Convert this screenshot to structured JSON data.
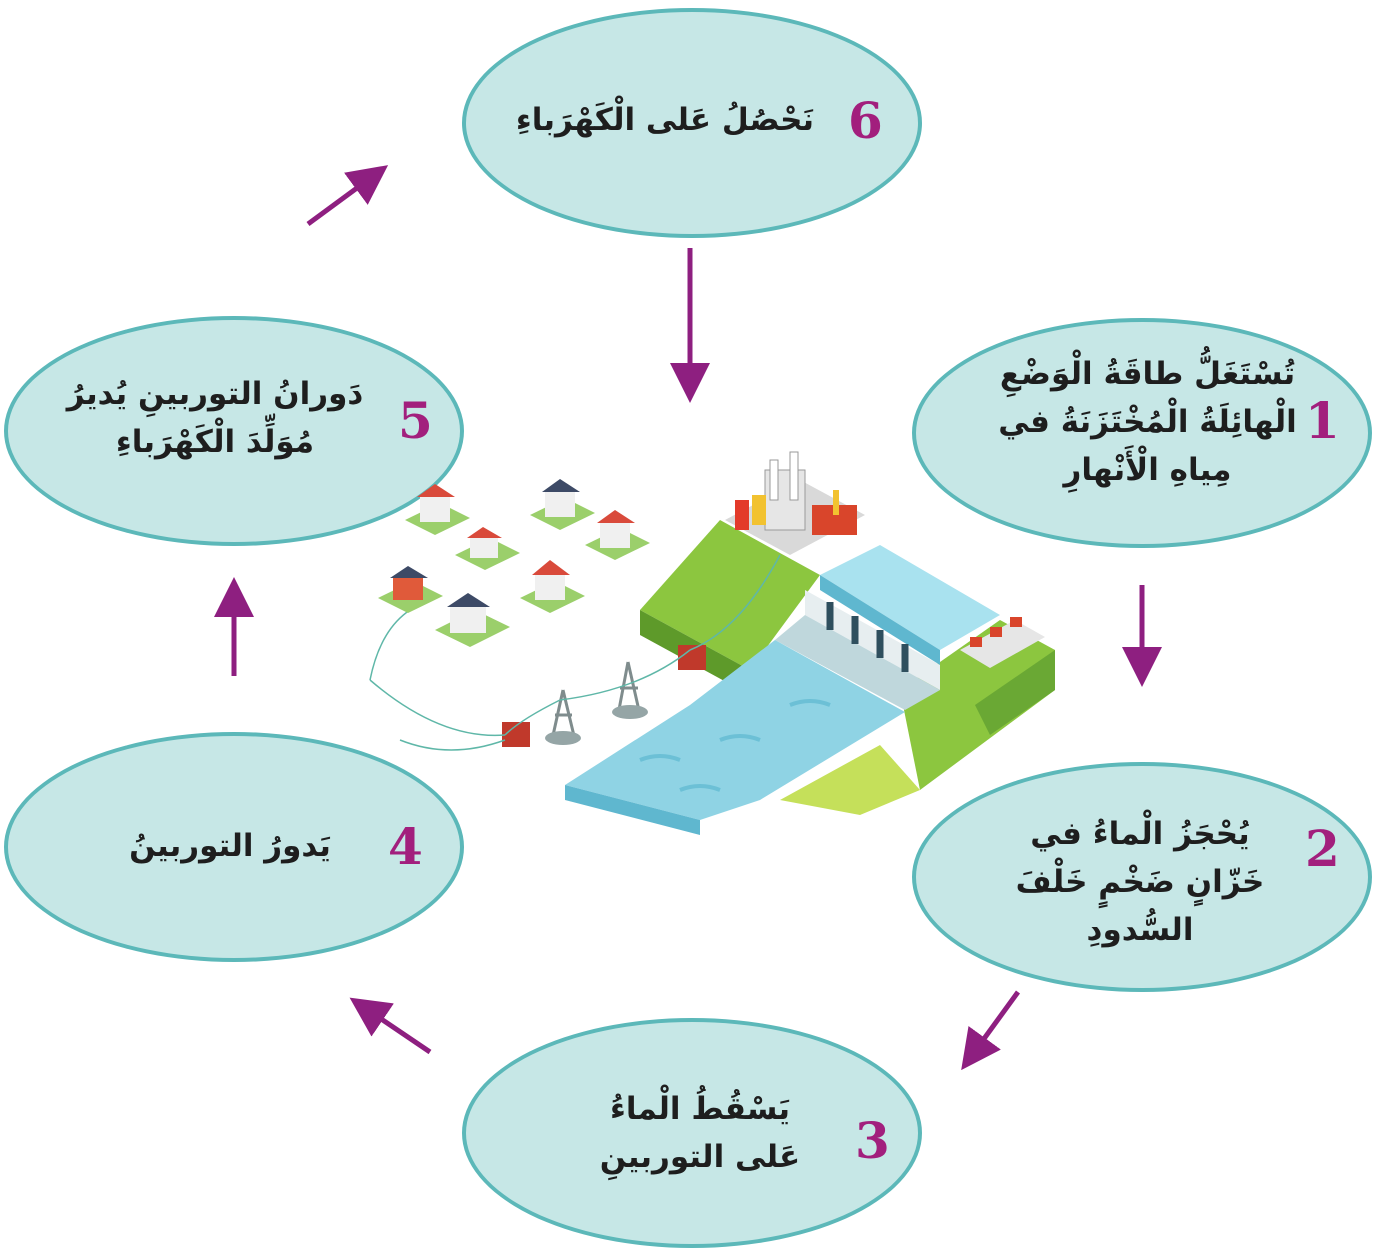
{
  "colors": {
    "ellipse_fill": "#c6e7e6",
    "ellipse_border": "#5cb8b9",
    "number": "#a21f7d",
    "arrow": "#8e1f80",
    "water": "#8fd3e4",
    "grass": "#8cc63f"
  },
  "steps": [
    {
      "number": "1",
      "text": "تُسْتَغَلُّ طاقَةُ الْوَضْعِ الْهائِلَةُ الْمُخْتَزَنَةُ في مِياهِ الْأَنْهارِ"
    },
    {
      "number": "2",
      "text": "يُحْجَزُ الْماءُ في خَزّانٍ ضَخْمٍ خَلْفَ السُّدودِ"
    },
    {
      "number": "3",
      "text": "يَسْقُطُ الْماءُ عَلى التوربينِ"
    },
    {
      "number": "4",
      "text": "يَدورُ التوربينُ"
    },
    {
      "number": "5",
      "text": "دَورانُ التوربينِ يُديرُ مُوَلِّدَ الْكَهْرَباءِ"
    },
    {
      "number": "6",
      "text": "نَحْصُلُ عَلى الْكَهْرَباءِ"
    }
  ],
  "illustration_icon": "hydroelectric-dam-illustration"
}
